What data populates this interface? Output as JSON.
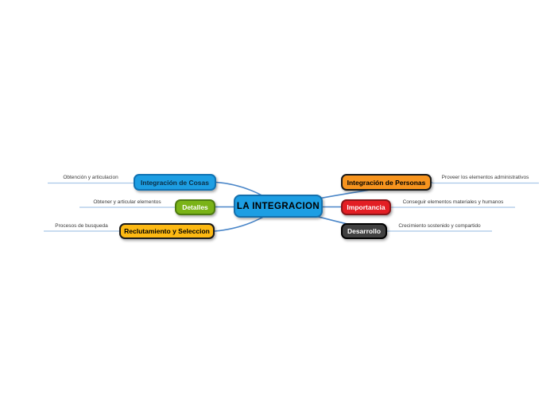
{
  "map": {
    "center": {
      "label": "LA INTEGRACION",
      "color": "#1d9ee3"
    },
    "branches_left": [
      {
        "label": "Integración de Cosas",
        "color": "#1d9ee3",
        "annotation": "Obtención y articulacion"
      },
      {
        "label": "Detalles",
        "color": "#7ab317",
        "annotation": "Obtener y articular elementos"
      },
      {
        "label": "Reclutamiento y Seleccion",
        "color": "#fdb913",
        "annotation": "Procesos de busqueda"
      }
    ],
    "branches_right": [
      {
        "label": "Integración de Personas",
        "color": "#f7941e",
        "annotation": "Proveer los elementos administrativos"
      },
      {
        "label": "Importancia",
        "color": "#e31e24",
        "annotation": "Conseguir elementos materiales y humanos"
      },
      {
        "label": "Desarrollo",
        "color": "#404040",
        "annotation": "Crecimiento sostenido y compartido"
      }
    ],
    "connector_color": "#4a86c8",
    "underline_color": "#a9c7e8"
  }
}
